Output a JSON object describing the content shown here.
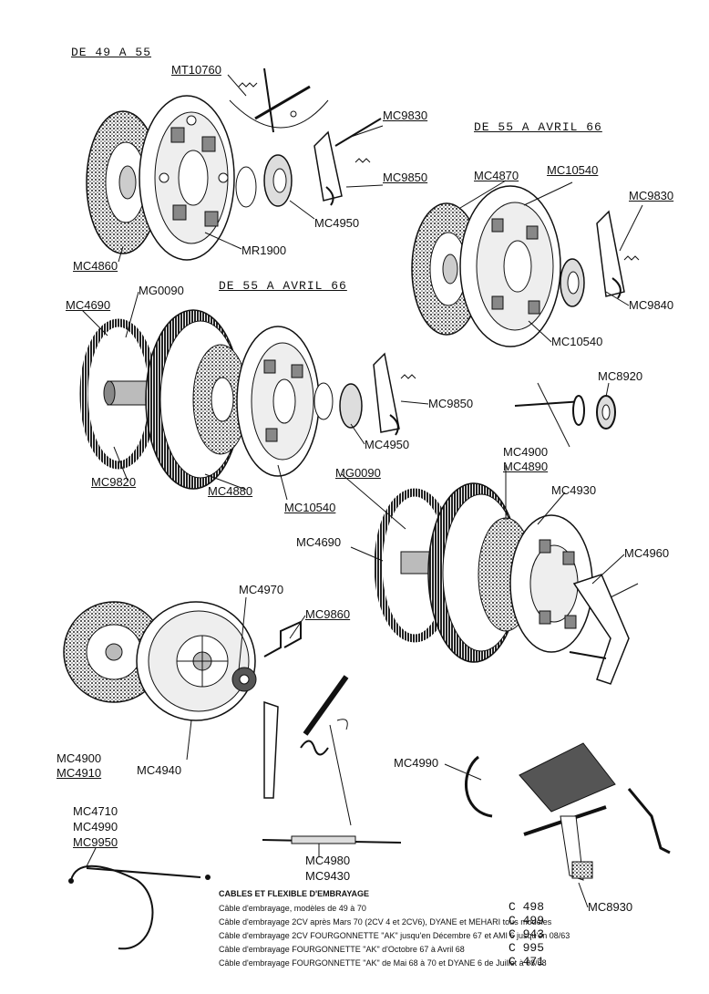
{
  "sections": {
    "s1": "DE 49 A 55",
    "s2": "DE 55 A AVRIL 66",
    "s3": "DE 55 A AVRIL 66"
  },
  "labels": {
    "mt10760": "MT10760",
    "mc9830_a": "MC9830",
    "mc9850_a": "MC9850",
    "mc4950_a": "MC4950",
    "mr1900": "MR1900",
    "mc4860": "MC4860",
    "mc4870": "MC4870",
    "mc10540_a": "MC10540",
    "mc9830_b": "MC9830",
    "mc9840": "MC9840",
    "mc10540_b": "MC10540",
    "mc4690_a": "MC4690",
    "mg0090_a": "MG0090",
    "mc9820": "MC9820",
    "mc4880": "MC4880",
    "mc10540_c": "MC10540",
    "mc9850_b": "MC9850",
    "mc4950_b": "MC4950",
    "mc8920": "MC8920",
    "mc4900_a": "MC4900",
    "mc4890": "MC4890",
    "mg0090_b": "MG0090",
    "mc4930": "MC4930",
    "mc4690_b": "MC4690",
    "mc4960": "MC4960",
    "mc4970": "MC4970",
    "mc9860": "MC9860",
    "mc4900_b": "MC4900",
    "mc4910": "MC4910",
    "mc4940": "MC4940",
    "mc4990_a": "MC4990",
    "mc4710": "MC4710",
    "mc4990_b": "MC4990",
    "mc9950": "MC9950",
    "mc4980": "MC4980",
    "mc9430": "MC9430",
    "mc8930": "MC8930"
  },
  "legend": {
    "title": "CABLES ET FLEXIBLE D'EMBRAYAGE",
    "rows": [
      {
        "text": "Câble d'embrayage, modèles de 49 à 70",
        "code": "C 498"
      },
      {
        "text": "Câble d'embrayage 2CV après Mars 70 (2CV 4 et 2CV6), DYANE et MEHARI tous modèles",
        "code": "C 499"
      },
      {
        "text": "Câble d'embrayage 2CV FOURGONNETTE \"AK\" jusqu'en Décembre 67 et AMI 6 jusqu'en 08/63",
        "code": "C 943"
      },
      {
        "text": "Câble d'embrayage FOURGONNETTE \"AK\" d'Octobre 67 à Avril 68",
        "code": "C 995"
      },
      {
        "text": "Câble d'embrayage FOURGONNETTE \"AK\" de Mai 68 à 70 et DYANE 6 de Juillet à 08/68",
        "code": "C 471"
      }
    ]
  }
}
